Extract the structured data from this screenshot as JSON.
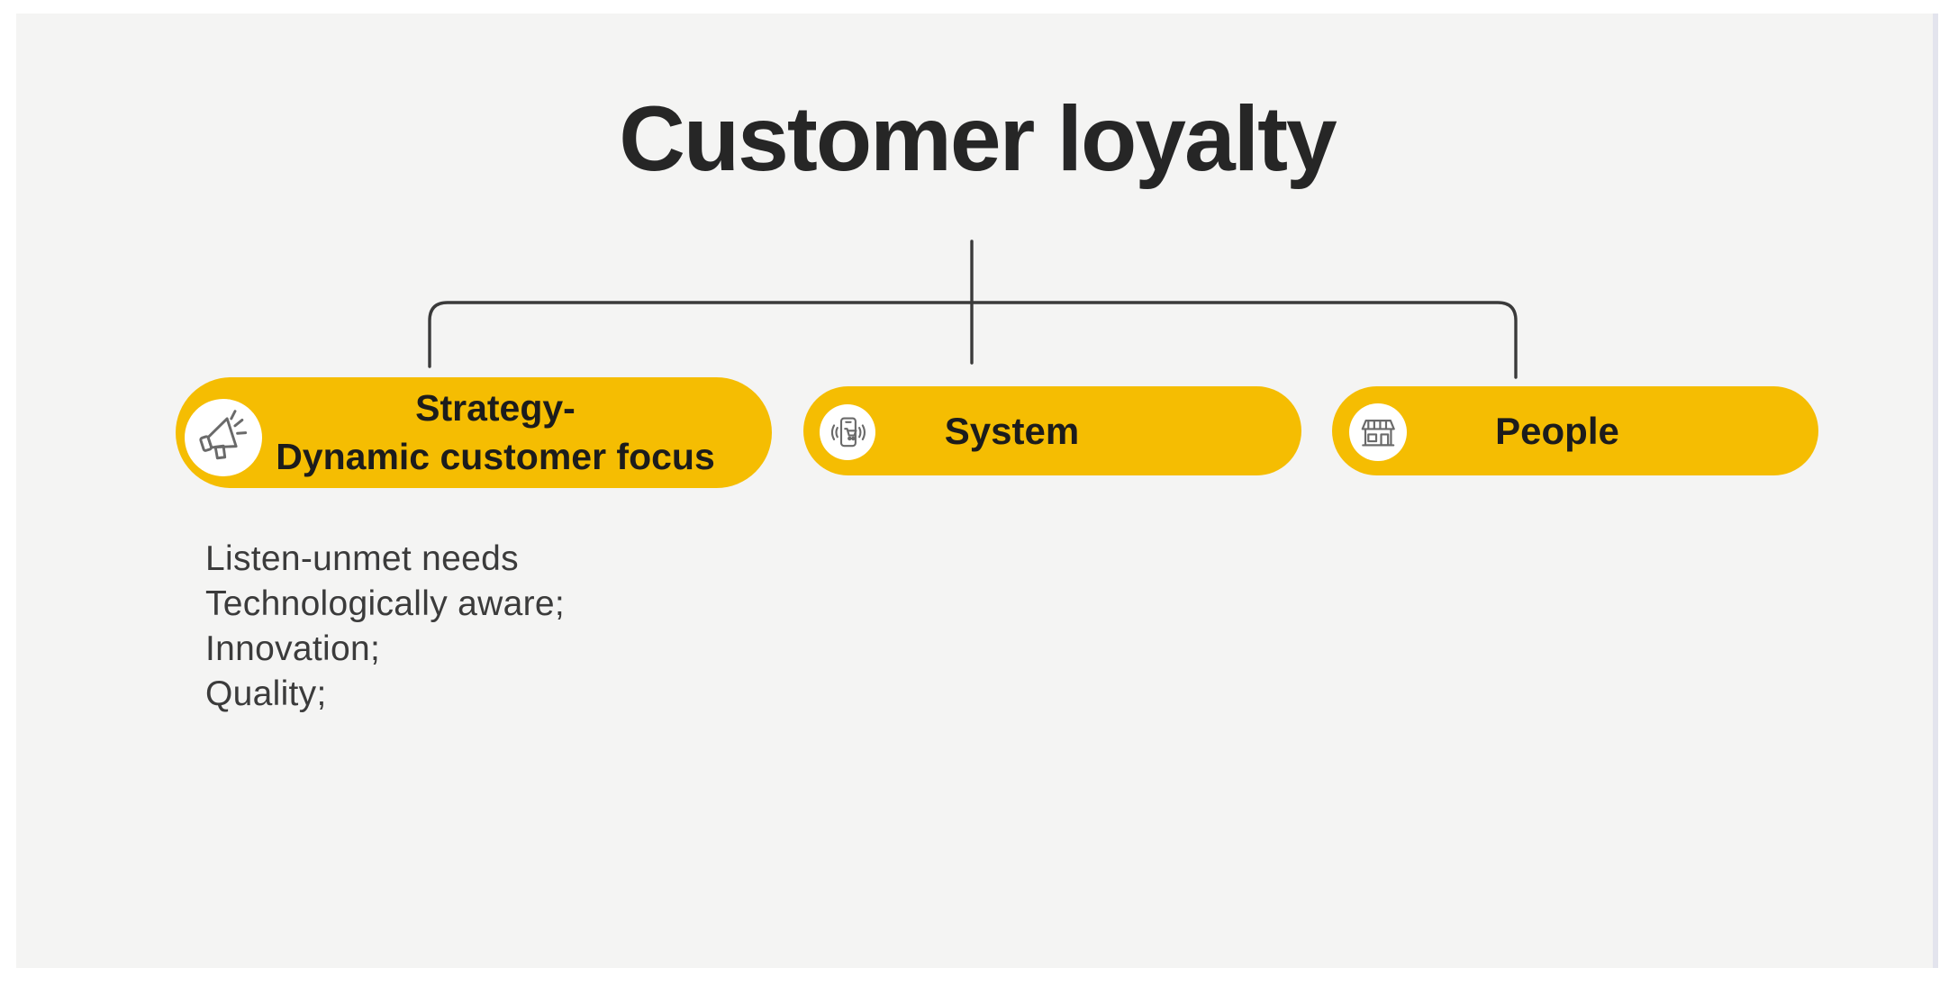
{
  "title": {
    "text": "Customer loyalty"
  },
  "nodes": {
    "strategy": {
      "line1": "Strategy-",
      "line2": "Dynamic customer focus",
      "icon": "megaphone-icon"
    },
    "system": {
      "label": "System",
      "icon": "mobile-shopping-icon"
    },
    "people": {
      "label": "People",
      "icon": "storefront-icon"
    }
  },
  "details": {
    "items": [
      "Listen-unmet needs",
      "Technologically aware;",
      "Innovation;",
      "Quality;"
    ]
  },
  "colors": {
    "accent": "#F5BD02",
    "panel_bg": "#F4F4F3",
    "page_bg": "#FFFFFF",
    "edge_strip": "#E3E4ED",
    "line": "#3A3A3A",
    "title_text": "#262626",
    "node_text": "#1C1C1C",
    "detail_text": "#3B3B3B",
    "icon_stroke": "#6A6A6A",
    "icon_bg": "#FFFFFF"
  }
}
